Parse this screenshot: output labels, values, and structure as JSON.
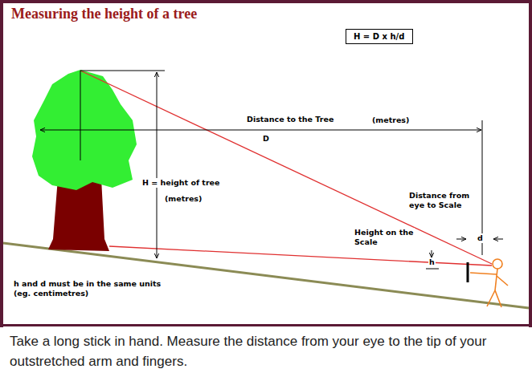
{
  "diagram": {
    "title": "Measuring the height of a tree",
    "caption": "Take a long stick in hand. Measure the distance from your eye to the tip of your outstretched arm and fingers.",
    "nodes": [
      {
        "text": [
          "H = D x h/d"
        ]
      }
    ],
    "labels": [
      "Distance to the Tree",
      "(metres)",
      "D",
      "H = height of tree",
      "(metres)",
      "Distance from eye to Scale",
      "d",
      "Height on the Scale",
      "h",
      "h and d must be in the same units (eg. centimetres)"
    ]
  }
}
